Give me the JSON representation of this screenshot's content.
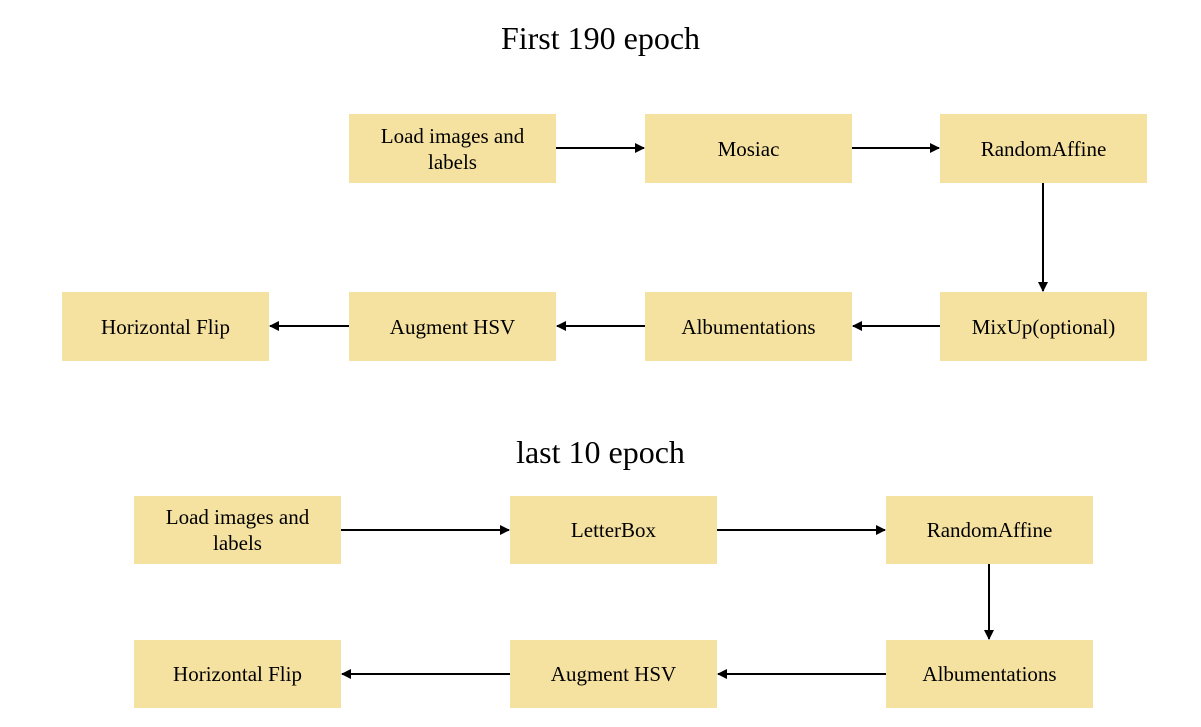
{
  "colors": {
    "box_fill": "#f5e2a0",
    "arrow": "#000000",
    "text": "#000000"
  },
  "diagram_1": {
    "title": "First 190 epoch",
    "nodes": {
      "load": "Load images and labels",
      "mosaic": "Mosiac",
      "affine": "RandomAffine",
      "mixup": "MixUp(optional)",
      "albumentations": "Albumentations",
      "hsv": "Augment HSV",
      "flip": "Horizontal Flip"
    },
    "edges": [
      [
        "load",
        "mosaic"
      ],
      [
        "mosaic",
        "affine"
      ],
      [
        "affine",
        "mixup"
      ],
      [
        "mixup",
        "albumentations"
      ],
      [
        "albumentations",
        "hsv"
      ],
      [
        "hsv",
        "flip"
      ]
    ]
  },
  "diagram_2": {
    "title": "last 10 epoch",
    "nodes": {
      "load": "Load images and labels",
      "letterbox": "LetterBox",
      "affine": "RandomAffine",
      "albumentations": "Albumentations",
      "hsv": "Augment HSV",
      "flip": "Horizontal Flip"
    },
    "edges": [
      [
        "load",
        "letterbox"
      ],
      [
        "letterbox",
        "affine"
      ],
      [
        "affine",
        "albumentations"
      ],
      [
        "albumentations",
        "hsv"
      ],
      [
        "hsv",
        "flip"
      ]
    ]
  }
}
